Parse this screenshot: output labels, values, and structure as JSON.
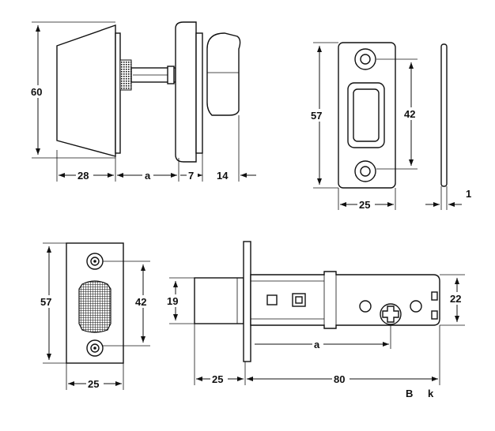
{
  "colors": {
    "line": "#111111",
    "background": "#ffffff"
  },
  "view_knob": {
    "height": "60",
    "base_width": "28",
    "spindle": "a",
    "rose": "7",
    "knob": "14"
  },
  "view_strike": {
    "height": "57",
    "hole_spacing": "42",
    "width": "25",
    "thickness": "1"
  },
  "view_faceplate": {
    "height": "57",
    "hole_spacing": "42",
    "width": "25"
  },
  "view_latch": {
    "bolt_height": "19",
    "case_height": "22",
    "bolt_length": "25",
    "body_length": "80",
    "backset": "a"
  },
  "code": {
    "left": "B",
    "right": "k"
  }
}
